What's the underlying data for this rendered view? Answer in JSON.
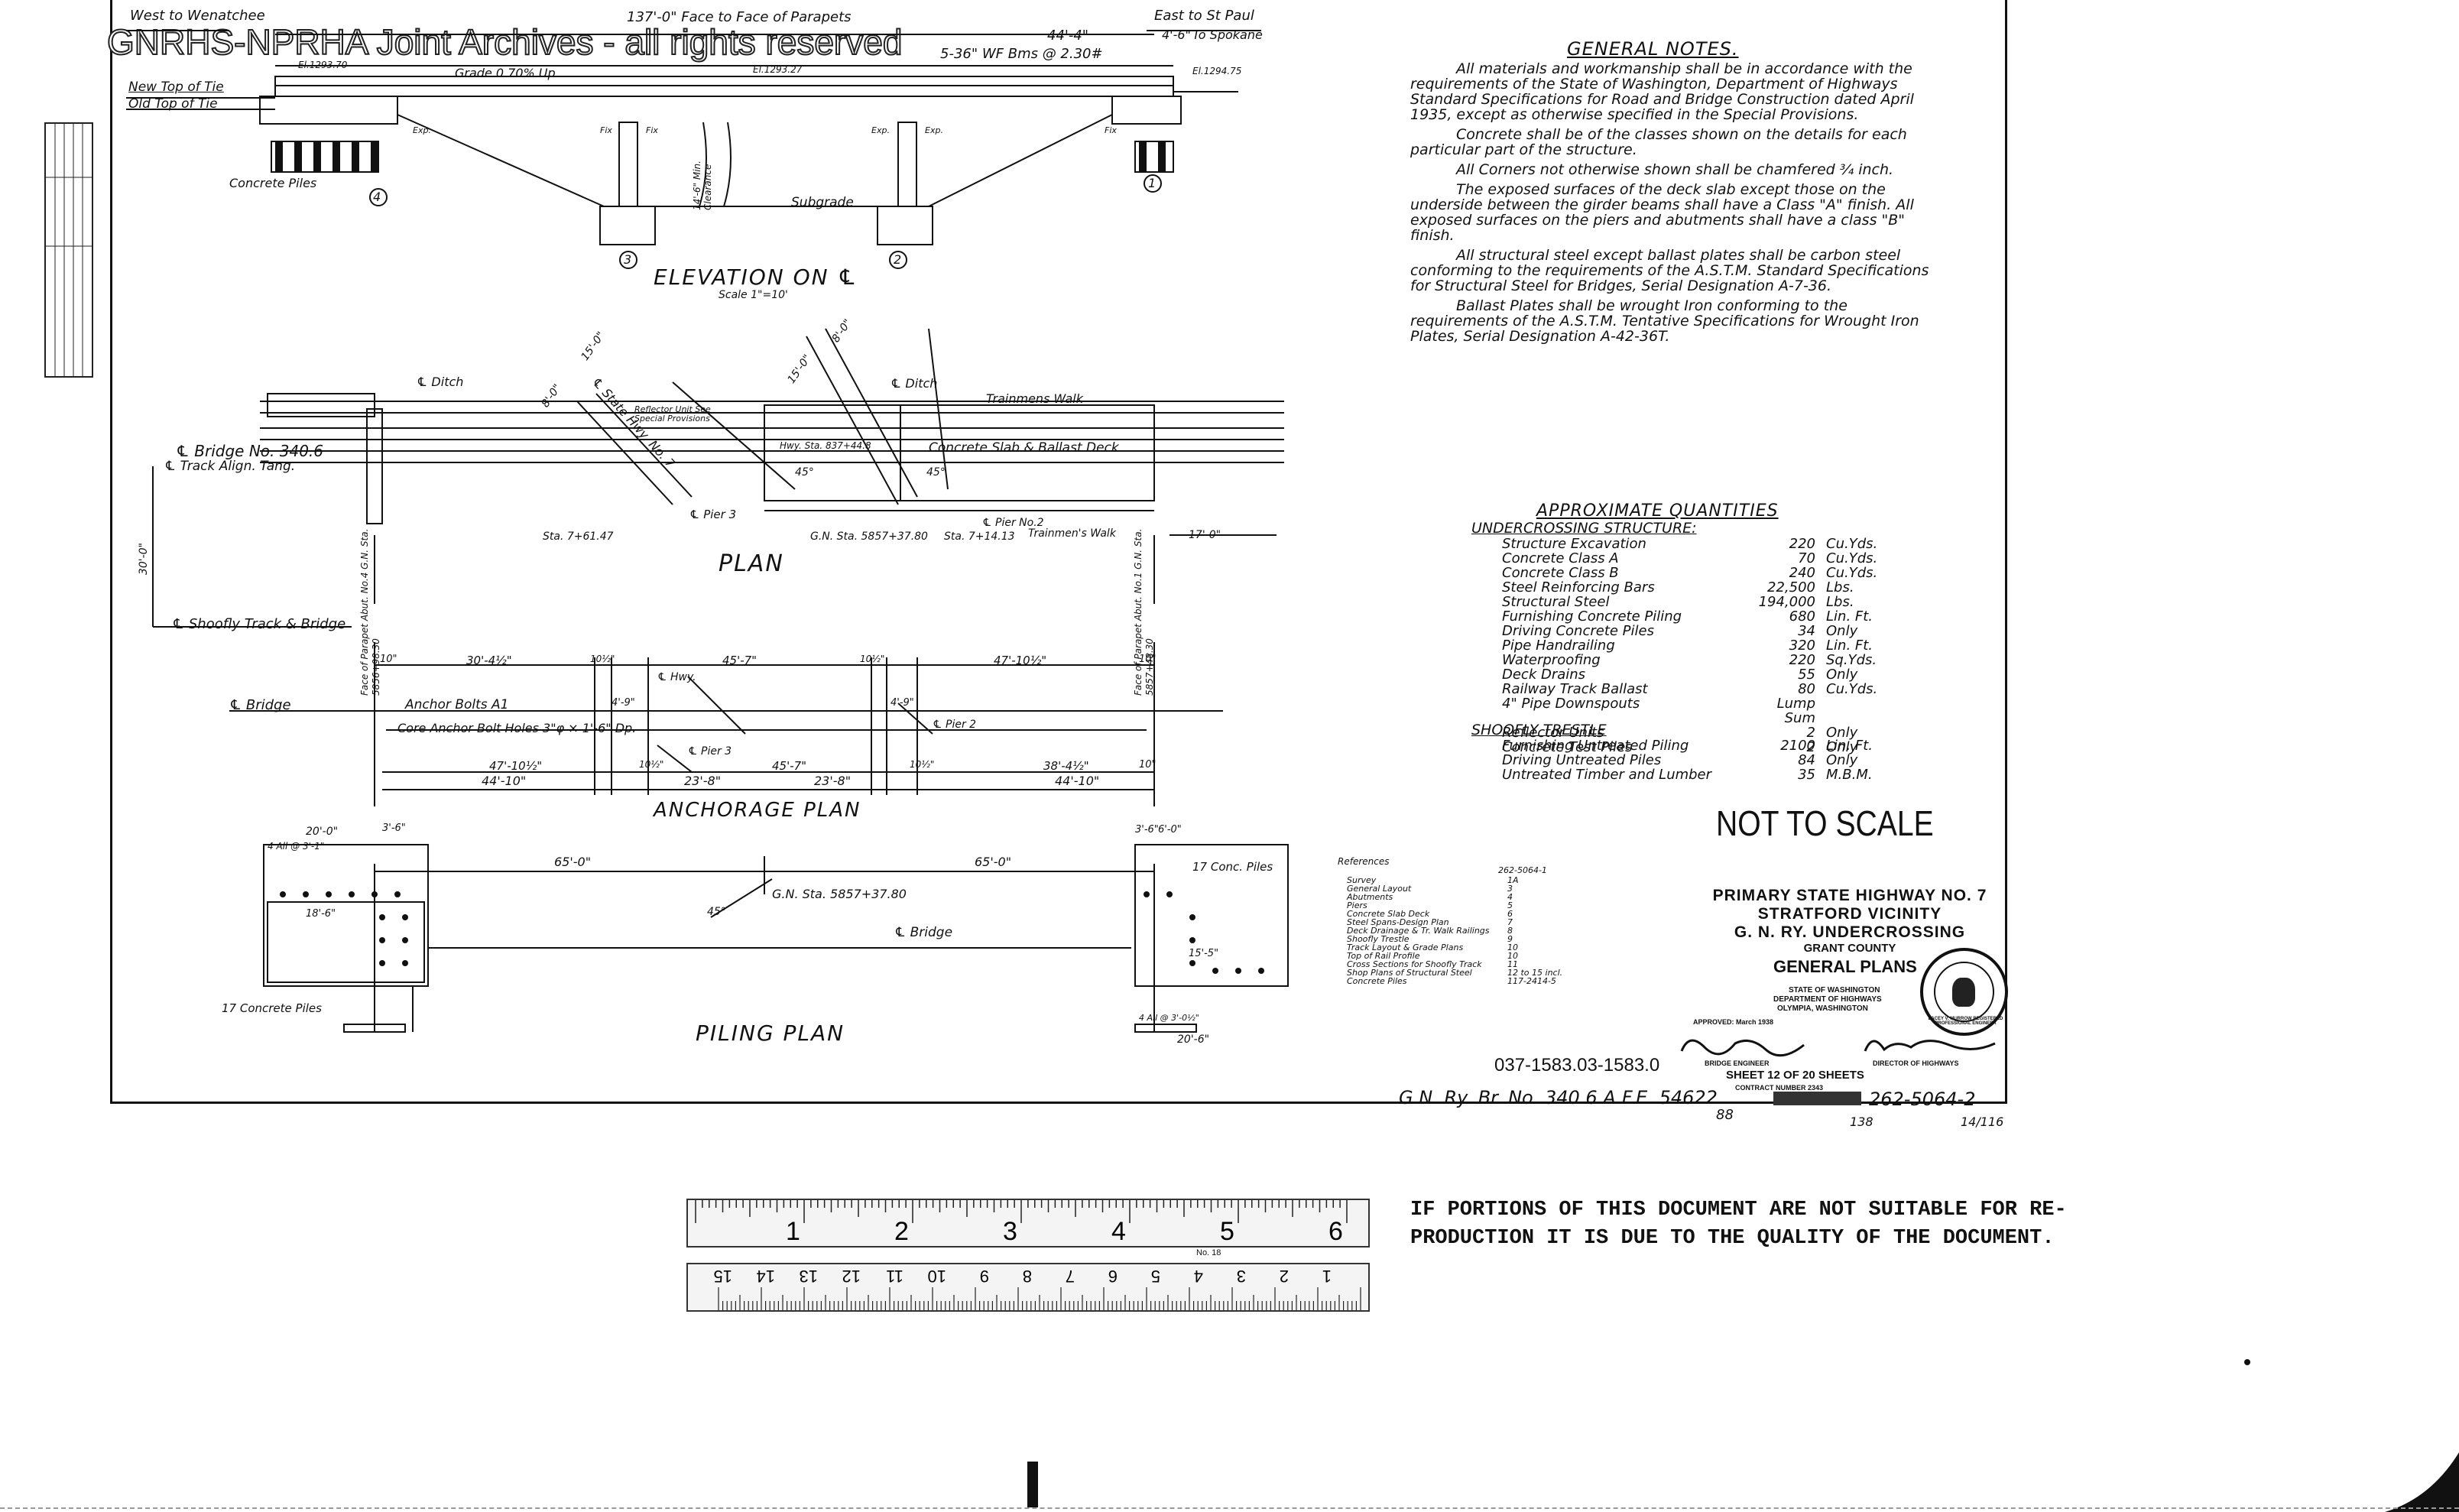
{
  "watermark": "GNRHS-NPRHA Joint Archives - all rights reserved",
  "elevation": {
    "west": "West to Wenatchee",
    "east": "East to St Paul",
    "spokane": "To Spokane",
    "overall": "137'-0\" Face to Face of Parapets",
    "span_dim": "44'-4\"",
    "end_dim": "4'-6\"",
    "beams": "5-36\" WF Bms @ 2.30#",
    "grade": "Grade 0.70% Up",
    "el_left": "El.1293.70",
    "el_mid": "El.1293.27",
    "el_right": "El.1294.75",
    "new_top": "New Top of Tie",
    "old_top": "Old Top of Tie",
    "exp1": "Exp.",
    "fix1": "Fix",
    "fix2": "Fix",
    "exp2": "Exp.",
    "exp3": "Exp.",
    "fix3": "Fix",
    "clearance": "14'-6\" Min. Clearance",
    "subgrade": "Subgrade",
    "piles": "Concrete Piles",
    "n4": "4",
    "n3": "3",
    "n2": "2",
    "n1": "1",
    "title": "ELEVATION ON ℄",
    "scale": "Scale 1\"=10'"
  },
  "plan": {
    "ditch_l": "℄ Ditch",
    "ditch_r": "℄ Ditch",
    "hwy": "℄ State Hwy. No. 7",
    "reflector": "Reflector Unit See Special Provisions",
    "dim15a": "15'-0\"",
    "dim8a": "8'-0\"",
    "dim15b": "15'-0\"",
    "dim8b": "8'-0\"",
    "bridge": "℄ Bridge No. 340.6",
    "track": "℄ Track Align. Tang.",
    "walk_top": "Trainmens Walk",
    "hwy_sta": "Hwy. Sta. 837+44.8",
    "slab": "Concrete Slab & Ballast Deck",
    "a45a": "45°",
    "a45b": "45°",
    "pier3": "℄ Pier 3",
    "pier2": "℄ Pier No.2",
    "walk_bot": "Trainmen's Walk",
    "sta_l": "Sta. 7+61.47",
    "gn_sta": "G.N. Sta. 5857+37.80",
    "sta_r": "Sta. 7+14.13",
    "dim17": "17'-0\"",
    "dim30": "30'-0\"",
    "shoofly": "℄ Shoofly Track & Bridge",
    "face_l": "Face of Parapet Abut. No.4 G.N. Sta. 5856+98.30",
    "face_r": "Face of Parapet Abut. No.1 G.N. Sta. 5857+48.30",
    "title": "PLAN"
  },
  "anchorage": {
    "d1": "30'-4½\"",
    "d2": "10\"",
    "d3": "10½\"",
    "d4": "45'-7\"",
    "d5": "10½\"",
    "d6": "47'-10½\"",
    "d7": "10\"",
    "hwy": "℄ Hwy.",
    "bridge": "℄ Bridge",
    "bolts": "Anchor Bolts A1",
    "holes": "Core Anchor Bolt Holes 3\"φ × 1'-6\" Dp.",
    "d8": "4'-9\"",
    "d9": "4'-9\"",
    "pier2": "℄ Pier 2",
    "pier3": "℄ Pier 3",
    "d10": "47'-10½\"",
    "d11": "10½\"",
    "d12": "45'-7\"",
    "d13": "10½\"",
    "d14": "38'-4½\"",
    "d15": "10\"",
    "d16": "44'-10\"",
    "d17": "23'-8\"",
    "d18": "23'-8\"",
    "d19": "44'-10\"",
    "title": "ANCHORAGE PLAN"
  },
  "piling": {
    "d1": "20'-0\"",
    "d2": "3'-6\"",
    "d3": "4 All @ 3'-1\"",
    "d4": "65'-0\"",
    "d5": "65'-0\"",
    "d6": "3'-6\"",
    "d7": "6'-0\"",
    "gn_sta": "G.N. Sta. 5857+37.80",
    "bridge": "℄ Bridge",
    "a45": "45°",
    "conc17a": "17 Conc. Piles",
    "conc17b": "17 Concrete Piles",
    "d8": "18'-6\"",
    "d9": "15'-5\"",
    "d10": "20'-6\"",
    "d11": "4 All @ 3'-0½\"",
    "title": "PILING PLAN"
  },
  "notes": {
    "title": "GENERAL NOTES.",
    "p1": "All materials and workmanship shall be in accordance with the requirements of the State of Washington, Department of Highways Standard Specifications for Road and Bridge Construction dated April 1935, except as otherwise specified in the Special Provisions.",
    "p2": "Concrete shall be of the classes shown on the details for each particular part of the structure.",
    "p3": "All Corners not otherwise shown shall be chamfered ¾ inch.",
    "p4": "The exposed surfaces of the deck slab except those on the underside between the girder beams shall have a Class \"A\" finish. All exposed surfaces on the piers and abutments shall have a class \"B\" finish.",
    "p5": "All structural steel except ballast plates shall be carbon steel conforming to the requirements of the A.S.T.M. Standard Specifications for Structural Steel for Bridges, Serial Designation A-7-36.",
    "p6": "Ballast Plates shall be wrought Iron conforming to the requirements of the A.S.T.M. Tentative Specifications for Wrought Iron Plates, Serial Designation A-42-36T."
  },
  "quantities": {
    "title": "APPROXIMATE QUANTITIES",
    "sec1": "UNDERCROSSING STRUCTURE:",
    "rows1": [
      {
        "n": "Structure Excavation",
        "v": "220",
        "u": "Cu.Yds."
      },
      {
        "n": "Concrete Class A",
        "v": "70",
        "u": "Cu.Yds."
      },
      {
        "n": "Concrete Class B",
        "v": "240",
        "u": "Cu.Yds."
      },
      {
        "n": "Steel Reinforcing Bars",
        "v": "22,500",
        "u": "Lbs."
      },
      {
        "n": "Structural Steel",
        "v": "194,000",
        "u": "Lbs."
      },
      {
        "n": "Furnishing Concrete Piling",
        "v": "680",
        "u": "Lin. Ft."
      },
      {
        "n": "Driving Concrete Piles",
        "v": "34",
        "u": "Only"
      },
      {
        "n": "Pipe Handrailing",
        "v": "320",
        "u": "Lin. Ft."
      },
      {
        "n": "Waterproofing",
        "v": "220",
        "u": "Sq.Yds."
      },
      {
        "n": "Deck Drains",
        "v": "55",
        "u": "Only"
      },
      {
        "n": "Railway Track Ballast",
        "v": "80",
        "u": "Cu.Yds."
      },
      {
        "n": "4\" Pipe Downspouts",
        "v": "Lump Sum",
        "u": ""
      },
      {
        "n": "Reflector Units",
        "v": "2",
        "u": "Only"
      },
      {
        "n": "Concrete Test Piles",
        "v": "2",
        "u": "Only"
      }
    ],
    "sec2": "SHOOFLY TRESTLE",
    "rows2": [
      {
        "n": "Furnishing Untreated Piling",
        "v": "2100",
        "u": "Lin. Ft."
      },
      {
        "n": "Driving Untreated Piles",
        "v": "84",
        "u": "Only"
      },
      {
        "n": "Untreated Timber and Lumber",
        "v": "35",
        "u": "M.B.M."
      }
    ]
  },
  "not_to_scale": "NOT TO SCALE",
  "references": {
    "title": "References",
    "head": "262-5064-1",
    "rows": [
      {
        "n": "Survey",
        "v": "1A"
      },
      {
        "n": "General Layout",
        "v": "3"
      },
      {
        "n": "Abutments",
        "v": "4"
      },
      {
        "n": "Piers",
        "v": "5"
      },
      {
        "n": "Concrete Slab Deck",
        "v": "6"
      },
      {
        "n": "Steel Spans-Design Plan",
        "v": "7"
      },
      {
        "n": "Deck Drainage & Tr. Walk Railings",
        "v": "8"
      },
      {
        "n": "Shoofly Trestle",
        "v": "9"
      },
      {
        "n": "Track Layout & Grade Plans",
        "v": "10"
      },
      {
        "n": "Top of Rail Profile",
        "v": "10"
      },
      {
        "n": "Cross Sections for Shoofly Track",
        "v": "11"
      },
      {
        "n": "Shop Plans of Structural Steel",
        "v": "12 to 15 incl."
      },
      {
        "n": "Concrete Piles",
        "v": "117-2414-5"
      }
    ]
  },
  "title_block": {
    "l1": "PRIMARY STATE HIGHWAY NO. 7",
    "l2": "STRATFORD VICINITY",
    "l3": "G. N. RY. UNDERCROSSING",
    "l4": "GRANT COUNTY",
    "l5": "GENERAL PLANS",
    "l6": "STATE OF WASHINGTON",
    "l7": "DEPARTMENT OF HIGHWAYS",
    "l8": "OLYMPIA, WASHINGTON",
    "approved": "APPROVED: March 1938",
    "bridge_eng": "BRIDGE ENGINEER",
    "director": "DIRECTOR OF HIGHWAYS",
    "sheet": "SHEET 12 OF 20 SHEETS",
    "contract": "CONTRACT NUMBER 2343",
    "seal": "LACEY V. MURROW REGISTERED PROFESSIONAL ENGINEER"
  },
  "file_no": "037-1583.03-1583.0",
  "gn_bottom": "G.N. Ry. Br. No. 340.6  A.F.E. 54622",
  "drawing_no": "262-5064-2",
  "small_1": "88",
  "small_2": "138",
  "small_3": "14/116",
  "disclaimer": {
    "l1": "IF PORTIONS OF THIS DOCUMENT ARE NOT SUITABLE FOR RE-",
    "l2": "PRODUCTION IT IS DUE TO THE QUALITY OF THE DOCUMENT."
  },
  "ruler": {
    "inch": [
      "1",
      "2",
      "3",
      "4",
      "5",
      "6"
    ],
    "cm": [
      "1",
      "2",
      "3",
      "4",
      "5",
      "6",
      "7",
      "8",
      "9",
      "10",
      "11",
      "12",
      "13",
      "14",
      "15"
    ],
    "mid": "No. 18"
  }
}
